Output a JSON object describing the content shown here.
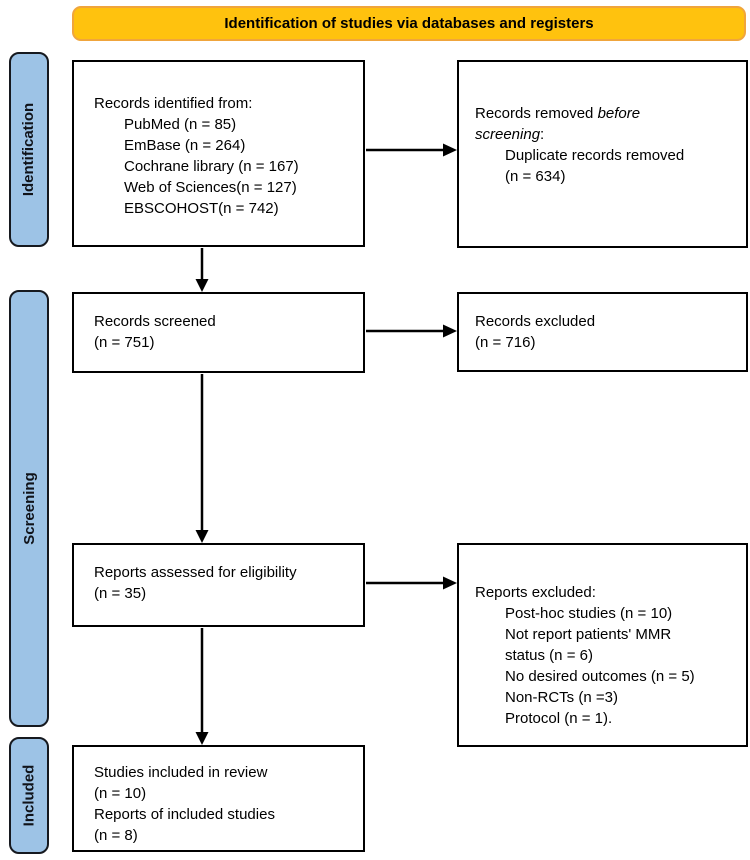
{
  "colors": {
    "banner_fill": "#FFC20E",
    "banner_border": "#F0A53C",
    "stage_fill": "#9DC3E6",
    "stage_border": "#16191F",
    "box_border": "#000000",
    "arrow": "#000000"
  },
  "banner": {
    "title": "Identification of studies via databases and registers"
  },
  "stages": [
    {
      "label": "Identification"
    },
    {
      "label": "Screening"
    },
    {
      "label": "Included"
    }
  ],
  "boxes": {
    "records_identified": {
      "intro": "Records identified from:",
      "lines": [
        "PubMed (n = 85)",
        "EmBase (n = 264)",
        "Cochrane library (n = 167)",
        "Web of Sciences(n = 127)",
        "EBSCOHOST(n = 742)"
      ]
    },
    "records_removed": {
      "intro_prefix": "Records removed ",
      "intro_italic": "before screening",
      "intro_suffix": ":",
      "lines": [
        "Duplicate records removed",
        "(n = 634)"
      ]
    },
    "records_screened": {
      "lines": [
        "Records screened",
        "(n = 751)"
      ]
    },
    "records_excluded": {
      "lines": [
        "Records excluded",
        "(n = 716)"
      ]
    },
    "reports_assessed": {
      "lines": [
        "Reports assessed for eligibility",
        "(n = 35)"
      ]
    },
    "reports_excluded": {
      "intro": "Reports excluded:",
      "lines": [
        "Post-hoc studies (n = 10)",
        "Not report patients' MMR",
        "status (n = 6)",
        "No desired outcomes (n = 5)",
        "Non-RCTs (n =3)",
        "Protocol (n = 1)."
      ]
    },
    "studies_included": {
      "lines": [
        "Studies included in review",
        "(n = 10)",
        "Reports of included studies",
        "(n = 8)"
      ]
    }
  }
}
